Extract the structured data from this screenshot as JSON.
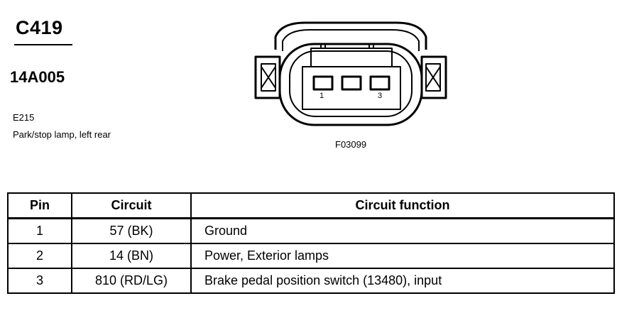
{
  "connector": {
    "id": "C419",
    "part_number": "14A005",
    "component_code": "E215",
    "component_description": "Park/stop lamp, left rear"
  },
  "figure": {
    "code": "F03099",
    "pin_labels": [
      "1",
      "3"
    ]
  },
  "table": {
    "headers": {
      "pin": "Pin",
      "circuit": "Circuit",
      "function": "Circuit function"
    },
    "rows": [
      {
        "pin": "1",
        "circuit": "57 (BK)",
        "function": "Ground"
      },
      {
        "pin": "2",
        "circuit": "14 (BN)",
        "function": "Power, Exterior lamps"
      },
      {
        "pin": "3",
        "circuit": "810 (RD/LG)",
        "function": "Brake pedal position switch (13480), input"
      }
    ]
  }
}
